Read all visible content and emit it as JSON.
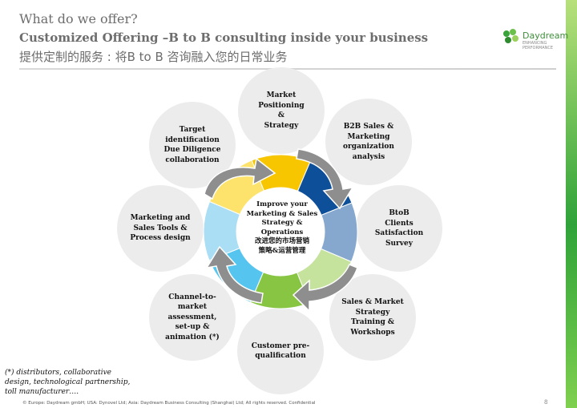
{
  "header": {
    "title": "What do we offer?",
    "subtitle": "Customized Offering –B to B consulting  inside your business",
    "subtitle_cn": "提供定制的服务 : 将B to B 咨询融入您的日常业务"
  },
  "logo": {
    "name": "Daydream",
    "tagline": "ENHANCING PERFORMANCE"
  },
  "colors": {
    "accent_green": "#2fa339",
    "bubble_bg": "#ececec",
    "segments": [
      "#f7c600",
      "#0e4f9a",
      "#86a8cf",
      "#c6e39e",
      "#88c542",
      "#55c5ef",
      "#a9def5",
      "#fde36b"
    ]
  },
  "diagram": {
    "center": "Improve your\nMarketing & Sales\nStrategy &\nOperations\n改进您的市场营销\n策略&运营管理",
    "offerings": [
      "Market\nPositioning\n&\nStrategy",
      "B2B Sales &\nMarketing\norganization\nanalysis",
      "BtoB\nClients\nSatisfaction\nSurvey",
      "Sales & Market\nStrategy\nTraining &\nWorkshops",
      "Customer pre-\nqualification",
      "Channel-to-\nmarket\nassessment,\nset-up &\nanimation (*)",
      "Marketing and\nSales Tools &\nProcess design",
      "Target\nidentification\nDue Diligence\ncollaboration"
    ]
  },
  "footnote": "(*) distributors, collaborative\ndesign, technological partnership,\ntoll manufacturer….",
  "footer": "© Europe: Daydream gmbH; USA: Dynovel Ltd;  Asia: Daydream Business Consulting (Shanghai) Ltd;  All rights reserved. Confidential",
  "page_number": "8"
}
